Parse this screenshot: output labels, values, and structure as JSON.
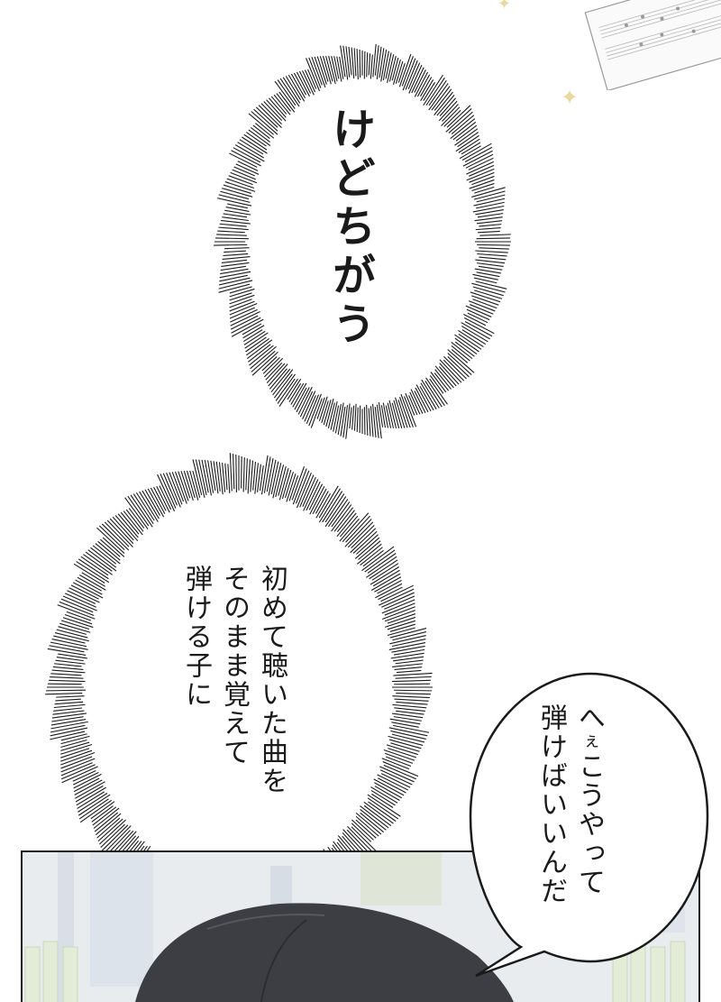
{
  "bubbles": {
    "bubble1": {
      "lines": [
        "けどちがう"
      ]
    },
    "bubble2": {
      "lines": [
        "初めて聴いた曲を",
        "そのまま覚えて",
        "弾ける子に"
      ]
    },
    "bubble3": {
      "line1_main": "へ",
      "line1_small": "ぇ",
      "line1_rest": "こうやって",
      "line2": "弾けばいいんだ"
    }
  },
  "colors": {
    "ink": "#1a1a1a",
    "sparkle": "#e9d9a0",
    "hair": "#3c3e44",
    "scene_bg": "#e8ecef"
  },
  "icons": [
    "music-sheet-icon",
    "sparkle-icon"
  ]
}
